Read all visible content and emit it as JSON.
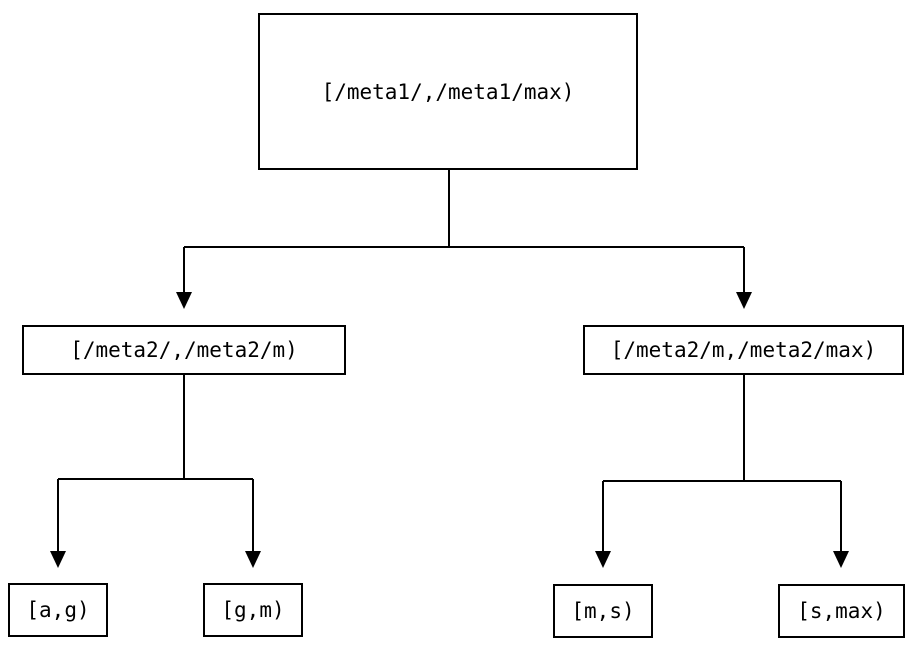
{
  "diagram": {
    "type": "binary-tree",
    "root": {
      "label": "[/meta1/,/meta1/max)"
    },
    "level2": [
      {
        "label": "[/meta2/,/meta2/m)"
      },
      {
        "label": "[/meta2/m,/meta2/max)"
      }
    ],
    "leaves": [
      {
        "label": "[a,g)"
      },
      {
        "label": "[g,m)"
      },
      {
        "label": "[m,s)"
      },
      {
        "label": "[s,max)"
      }
    ],
    "edges": [
      "root -> level2.0",
      "root -> level2.1",
      "level2.0 -> leaves.0",
      "level2.0 -> leaves.1",
      "level2.1 -> leaves.2",
      "level2.1 -> leaves.3"
    ],
    "colors": {
      "line": "#000000",
      "text": "#000000",
      "box_fill": "#ffffff",
      "background": "#ffffff"
    }
  }
}
